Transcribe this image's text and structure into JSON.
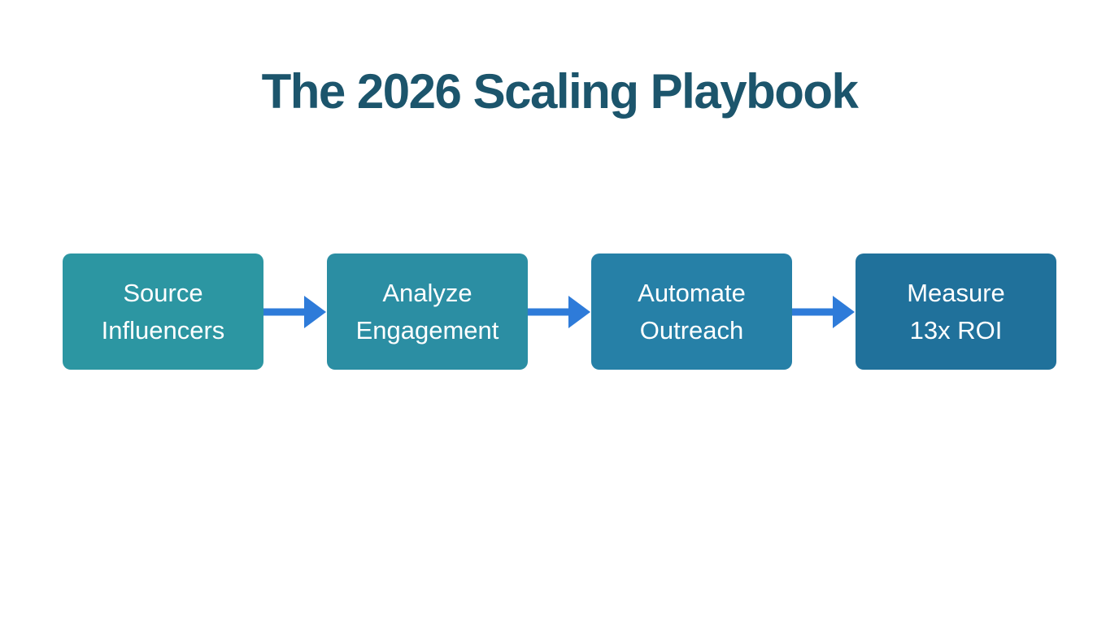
{
  "page": {
    "background_color": "#FFFFFF"
  },
  "title": {
    "text": "The 2026 Scaling Playbook",
    "color": "#1C556C"
  },
  "flow": {
    "arrow_icon": "right-arrow",
    "arrow_color": "#2E7BD9",
    "steps": [
      {
        "name": "source-influencers",
        "lines": [
          "Source",
          "Influencers"
        ],
        "color": "#2C96A2"
      },
      {
        "name": "analyze-engagement",
        "lines": [
          "Analyze",
          "Engagement"
        ],
        "color": "#2B8EA3"
      },
      {
        "name": "automate-outreach",
        "lines": [
          "Automate",
          "Outreach"
        ],
        "color": "#2680A7"
      },
      {
        "name": "measure-13x-roi",
        "lines": [
          "Measure",
          "13x ROI"
        ],
        "color": "#20719B"
      }
    ]
  }
}
